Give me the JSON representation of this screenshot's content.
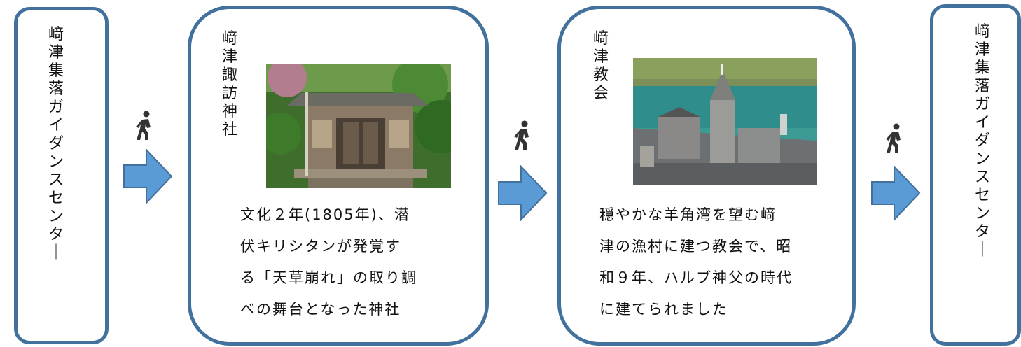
{
  "start_box": {
    "label": "﨑津集落ガイダンスセンター"
  },
  "steps": [
    {
      "title": "﨑津諏訪神社",
      "photo_icon": "shrine-photo",
      "desc": "文化２年(1805年)、潜\n伏キリシタンが発覚す\nる「天草崩れ」の取り調\nべの舞台となった神社"
    },
    {
      "title": "﨑津教会",
      "photo_icon": "church-photo",
      "desc": "穏やかな羊角湾を望む﨑\n津の漁村に建つ教会で、昭\n和９年、ハルブ神父の時代\nに建てられました"
    }
  ],
  "end_box": {
    "label": "﨑津集落ガイダンスセンター"
  },
  "connector_icon": "walking-person-icon",
  "colors": {
    "border": "#41719c",
    "arrow": "#5b9bd5"
  }
}
